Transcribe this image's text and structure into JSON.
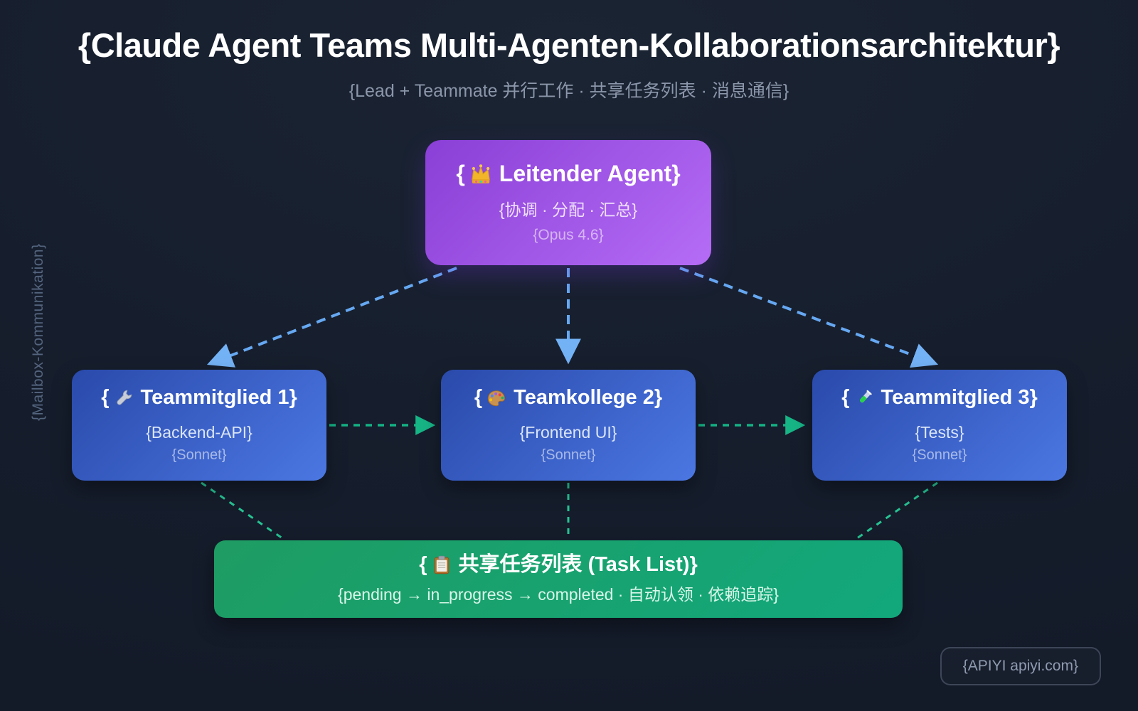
{
  "decor": {
    "open": "{",
    "close": "}"
  },
  "header": {
    "title": "{Claude Agent Teams Multi-Agenten-Kollaborationsarchitektur}",
    "subtitle": "{Lead + Teammate 并行工作 · 共享任务列表 · 消息通信}"
  },
  "side_label": "{Mailbox-Kommunikation}",
  "nodes": {
    "lead": {
      "icon": "crown",
      "label": "Leitender Agent",
      "role": "{协调 · 分配 · 汇总}",
      "model": "{Opus 4.6}"
    },
    "member1": {
      "icon": "wrench",
      "label": "Teammitglied 1",
      "role": "{Backend-API}",
      "model": "{Sonnet}"
    },
    "member2": {
      "icon": "palette",
      "label": "Teamkollege 2",
      "role": "{Frontend UI}",
      "model": "{Sonnet}"
    },
    "member3": {
      "icon": "test-tube",
      "label": "Teammitglied 3",
      "role": "{Tests}",
      "model": "{Sonnet}"
    },
    "task_list": {
      "icon": "clipboard",
      "label": "共享任务列表 (Task List)",
      "detail": "{pending → in_progress → completed · 自动认领 · 依赖追踪}"
    }
  },
  "edges": [
    {
      "from": "lead",
      "to": "member1",
      "style": "blue-dashed-arrow"
    },
    {
      "from": "lead",
      "to": "member2",
      "style": "blue-dashed-arrow"
    },
    {
      "from": "lead",
      "to": "member3",
      "style": "blue-dashed-arrow"
    },
    {
      "from": "member1",
      "to": "member2",
      "style": "green-dashed-arrow"
    },
    {
      "from": "member2",
      "to": "member3",
      "style": "green-dashed-arrow"
    },
    {
      "from": "member1",
      "to": "task_list",
      "style": "green-dashed-line"
    },
    {
      "from": "member2",
      "to": "task_list",
      "style": "green-dashed-line"
    },
    {
      "from": "member3",
      "to": "task_list",
      "style": "green-dashed-line"
    }
  ],
  "footer": {
    "badge": "{APIYI apiyi.com}"
  },
  "colors": {
    "background": "#141c2b",
    "lead_gradient_start": "#8a3fd6",
    "lead_gradient_end": "#b56cf5",
    "member_gradient_start": "#2a4aab",
    "member_gradient_end": "#4b77e2",
    "task_gradient_start": "#1e9c63",
    "task_gradient_end": "#12a87c",
    "edge_blue": "#66a8f2",
    "edge_green": "#14b184",
    "title_text": "#ffffff",
    "subtitle_text": "#8b96aa"
  }
}
